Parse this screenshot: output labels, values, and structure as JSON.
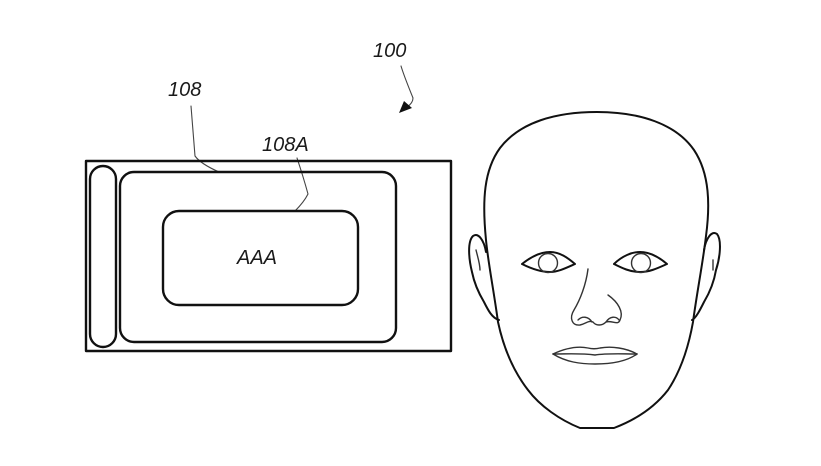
{
  "figure": {
    "title": "Patent drawing: device display shown to user face",
    "stroke_color": "#111111",
    "background_color": "#ffffff"
  },
  "labels": {
    "system": "100",
    "device": "108",
    "display_element": "108A"
  },
  "device": {
    "display_content_text": "AAA"
  },
  "face": {
    "description": "front-view human face outline"
  }
}
